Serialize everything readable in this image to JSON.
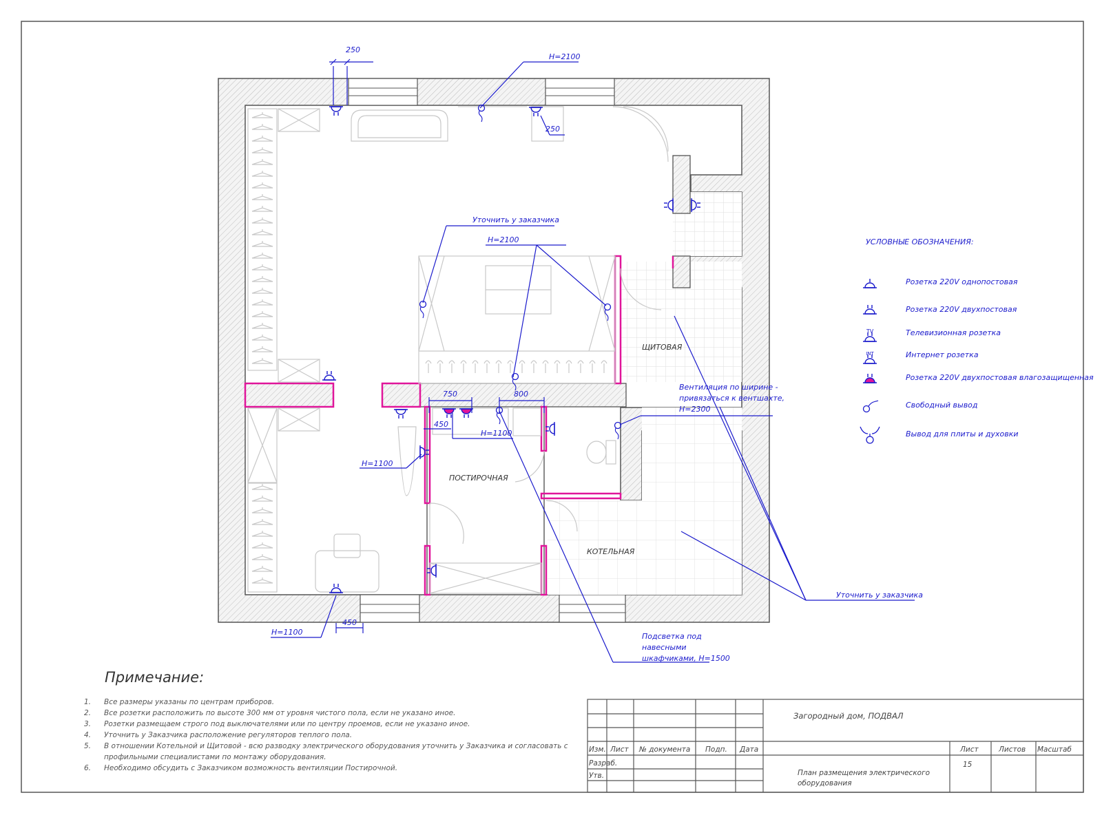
{
  "colors": {
    "wall": "#555555",
    "annotation": "#1a1acc",
    "highlight": "#e0159a",
    "furniture": "#c8c8c8",
    "text_dark": "#333333"
  },
  "plan": {
    "rooms": {
      "shchitovaya": "ЩИТОВАЯ",
      "postirochnaya": "ПОСТИРОЧНАЯ",
      "kotelnaya": "КОТЕЛЬНАЯ"
    },
    "dims": {
      "d250_top": "250",
      "d250_right": "250",
      "d750": "750",
      "d800": "800",
      "d450_mid": "450",
      "d450_bottom": "450"
    },
    "heights": {
      "h2100_top": "H=2100",
      "h2100_mid": "H=2100",
      "h1100_mid": "H=1100",
      "h1100_left": "H=1100",
      "h1100_bottom": "H=1100"
    },
    "notes": {
      "clarify_top": "Уточнить у заказчика",
      "clarify_right": "Уточнить у заказчика",
      "vent_line1": "Вентиляция по ширине -",
      "vent_line2": "привязаться к вентшахте,",
      "vent_line3": "H=2300",
      "light_line1": "Подсветка под",
      "light_line2": "навесными",
      "light_line3": "шкафчиками, H=1500"
    }
  },
  "legend": {
    "title": "УСЛОВНЫЕ ОБОЗНАЧЕНИЯ:",
    "items": [
      {
        "icon": "single-socket-icon",
        "label": "Розетка 220V однопостовая"
      },
      {
        "icon": "double-socket-icon",
        "label": "Розетка 220V двухпостовая"
      },
      {
        "icon": "tv-socket-icon",
        "label": "Телевизионная розетка",
        "glyph": "TV"
      },
      {
        "icon": "internet-socket-icon",
        "label": "Интернет розетка",
        "glyph": "INT"
      },
      {
        "icon": "waterproof-socket-icon",
        "label": "Розетка 220V двухпостовая влагозащищенная"
      },
      {
        "icon": "free-outlet-icon",
        "label": "Свободный вывод"
      },
      {
        "icon": "stove-outlet-icon",
        "label": "Вывод для плиты и духовки"
      }
    ]
  },
  "notes": {
    "title": "Примечание:",
    "items": [
      {
        "num": "1.",
        "lines": [
          "Все размеры указаны по центрам приборов."
        ]
      },
      {
        "num": "2.",
        "lines": [
          "Все розетки расположить по высоте 300 мм от уровня чистого пола, если не указано иное."
        ]
      },
      {
        "num": "3.",
        "lines": [
          "Розетки размещаем строго под выключателями или по центру проемов, если не указано иное."
        ]
      },
      {
        "num": "4.",
        "lines": [
          "Уточнить у Заказчика расположение регуляторов теплого пола."
        ]
      },
      {
        "num": "5.",
        "lines": [
          "В отношении Котельной и Щитовой - всю разводку электрического оборудования уточнить у Заказчика и согласовать с",
          "профильными специалистами по монтажу оборудования."
        ]
      },
      {
        "num": "6.",
        "lines": [
          "Необходимо обсудить с Заказчиком возможность вентиляции Постирочной."
        ]
      }
    ]
  },
  "title_block": {
    "project": "Загородный дом, ПОДВАЛ",
    "sheet_title_line1": "План размещения электрического",
    "sheet_title_line2": "оборудования",
    "headers": {
      "izm": "Изм.",
      "list": "Лист",
      "doc": "№ документа",
      "podp": "Подп.",
      "data": "Дата"
    },
    "roles": {
      "razrab": "Разраб.",
      "utv": "Утв."
    },
    "sheet_headers": {
      "list": "Лист",
      "listov": "Листов",
      "masshtab": "Масштаб"
    },
    "sheet_number": "15"
  }
}
